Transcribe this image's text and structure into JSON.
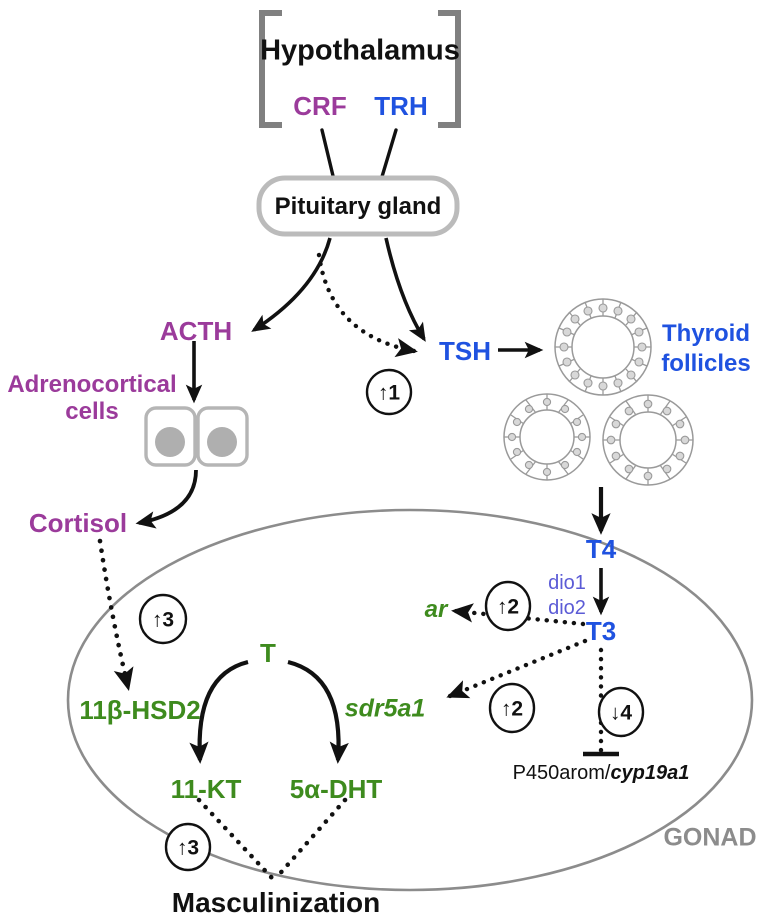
{
  "figure": {
    "type": "biological-pathway-diagram",
    "subject": "HPA / HPT axis cross-talk driving gonadal masculinization"
  },
  "colors": {
    "purple": "#9B3B9B",
    "blue": "#1F52E0",
    "light_blue": "#5B5BD6",
    "green": "#3E8B1E",
    "black": "#111111",
    "gray": "#808080",
    "gray_light": "#A8A8A8",
    "gray_fill": "#AFAFAF",
    "white": "#FFFFFF"
  },
  "nodes": {
    "hypothalamus": "Hypothalamus",
    "crf": "CRF",
    "trh": "TRH",
    "pituitary": "Pituitary gland",
    "acth": "ACTH",
    "adrenocortical_line1": "Adrenocortical",
    "adrenocortical_line2": "cells",
    "cortisol": "Cortisol",
    "tsh": "TSH",
    "thyroid_line1": "Thyroid",
    "thyroid_line2": "follicles",
    "t4": "T4",
    "t3": "T3",
    "dio1": "dio1",
    "dio2": "dio2",
    "ar": "ar",
    "hsd2": "11β-HSD2",
    "t": "T",
    "sdr5a1": "sdr5a1",
    "kt11": "11-KT",
    "dht": "5α-DHT",
    "p450arom_plain": "P450arom/",
    "p450arom_italic": "cyp19a1",
    "masculinization": "Masculinization",
    "gonad": "GONAD"
  },
  "markers": [
    {
      "id": "m1",
      "arrow": "↑",
      "number": "1",
      "meaning": "increase"
    },
    {
      "id": "m2",
      "arrow": "↑",
      "number": "3",
      "meaning": "increase"
    },
    {
      "id": "m3",
      "arrow": "↑",
      "number": "2",
      "meaning": "increase"
    },
    {
      "id": "m4",
      "arrow": "↑",
      "number": "2",
      "meaning": "increase"
    },
    {
      "id": "m5",
      "arrow": "↓",
      "number": "4",
      "meaning": "decrease"
    },
    {
      "id": "m6",
      "arrow": "↑",
      "number": "3",
      "meaning": "increase"
    }
  ]
}
